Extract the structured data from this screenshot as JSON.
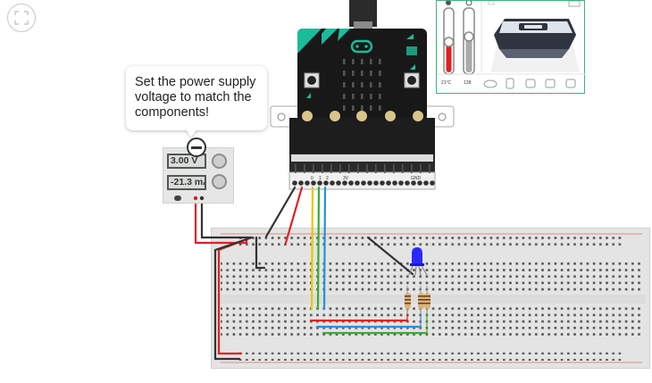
{
  "tooltip": {
    "text": "Set the power supply voltage to match the components!"
  },
  "power_supply": {
    "voltage": "3.00 V",
    "current": "-21.3 mA"
  },
  "sensor_panel": {
    "temperature_label": "21°C",
    "light_label": "128"
  },
  "microbit": {
    "pin_labels": [
      "0",
      "1",
      "2",
      "3V",
      "GND"
    ]
  },
  "colors": {
    "wire_red": "#e02020",
    "wire_black": "#333333",
    "wire_yellow": "#e8c800",
    "wire_green": "#3aaa35",
    "wire_blue": "#2a8fd8",
    "microbit_teal": "#1abc9c",
    "led_blue": "#2a2aff",
    "panel_border": "#3fb37f"
  },
  "icons": [
    "fullscreen-icon",
    "minus-icon",
    "led-icon",
    "resistor-icon",
    "thermometer-icon",
    "sun-icon"
  ]
}
